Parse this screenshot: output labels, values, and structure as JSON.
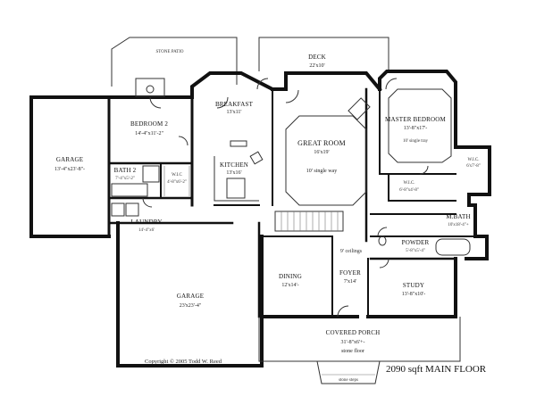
{
  "plan_title": "2090 sqft MAIN FLOOR",
  "copyright": "Copyright © 2005 Todd W. Reed",
  "rooms": {
    "stone_patio": {
      "name": "STONE PATIO"
    },
    "deck": {
      "name": "DECK",
      "dims": "22'x10'"
    },
    "breakfast": {
      "name": "BREAKFAST",
      "dims": "13'x11'"
    },
    "bedroom2": {
      "name": "BEDROOM 2",
      "dims": "14'-4\"x11'-2\""
    },
    "great_room": {
      "name": "GREAT ROOM",
      "dims": "16'x19'",
      "note": "10' single way"
    },
    "master_bedroom": {
      "name": "MASTER BEDROOM",
      "dims": "13'-8\"x17'-",
      "note": "10' single tray"
    },
    "garage_left": {
      "name": "GARAGE",
      "dims": "13'-4\"x23'-8\"-"
    },
    "bath2": {
      "name": "BATH 2",
      "dims": "7'-4\"x5'-2\""
    },
    "wic_left": {
      "name": "W.I.C",
      "dims": "4'-8\"x6'-2\""
    },
    "kitchen": {
      "name": "KITCHEN",
      "dims": "13'x16'"
    },
    "wic_master": {
      "name": "W.I.C.",
      "dims": "6'x7'-8\""
    },
    "wic_small": {
      "name": "W.I.C.",
      "dims": "6'-8\"x4'-8\""
    },
    "laundry": {
      "name": "LAUNDRY",
      "dims": "14'-4\"x6'"
    },
    "mbath": {
      "name": "M.BATH",
      "dims": "10'x18'-4\"+"
    },
    "powder": {
      "name": "POWDER",
      "dims": "5'-8\"x5'-4\""
    },
    "ceilings_note": "9' ceilings",
    "foyer": {
      "name": "FOYER",
      "dims": "7'x14'"
    },
    "dining": {
      "name": "DINING",
      "dims": "12'x14'-"
    },
    "study": {
      "name": "STUDY",
      "dims": "13'-8\"x10'-"
    },
    "garage_main": {
      "name": "GARAGE",
      "dims": "23'x23'-4\""
    },
    "covered_porch": {
      "name": "COVERED PORCH",
      "dims": "31'-8\"x6'+-",
      "note": "stone floor"
    },
    "stone_steps": "stone steps"
  }
}
